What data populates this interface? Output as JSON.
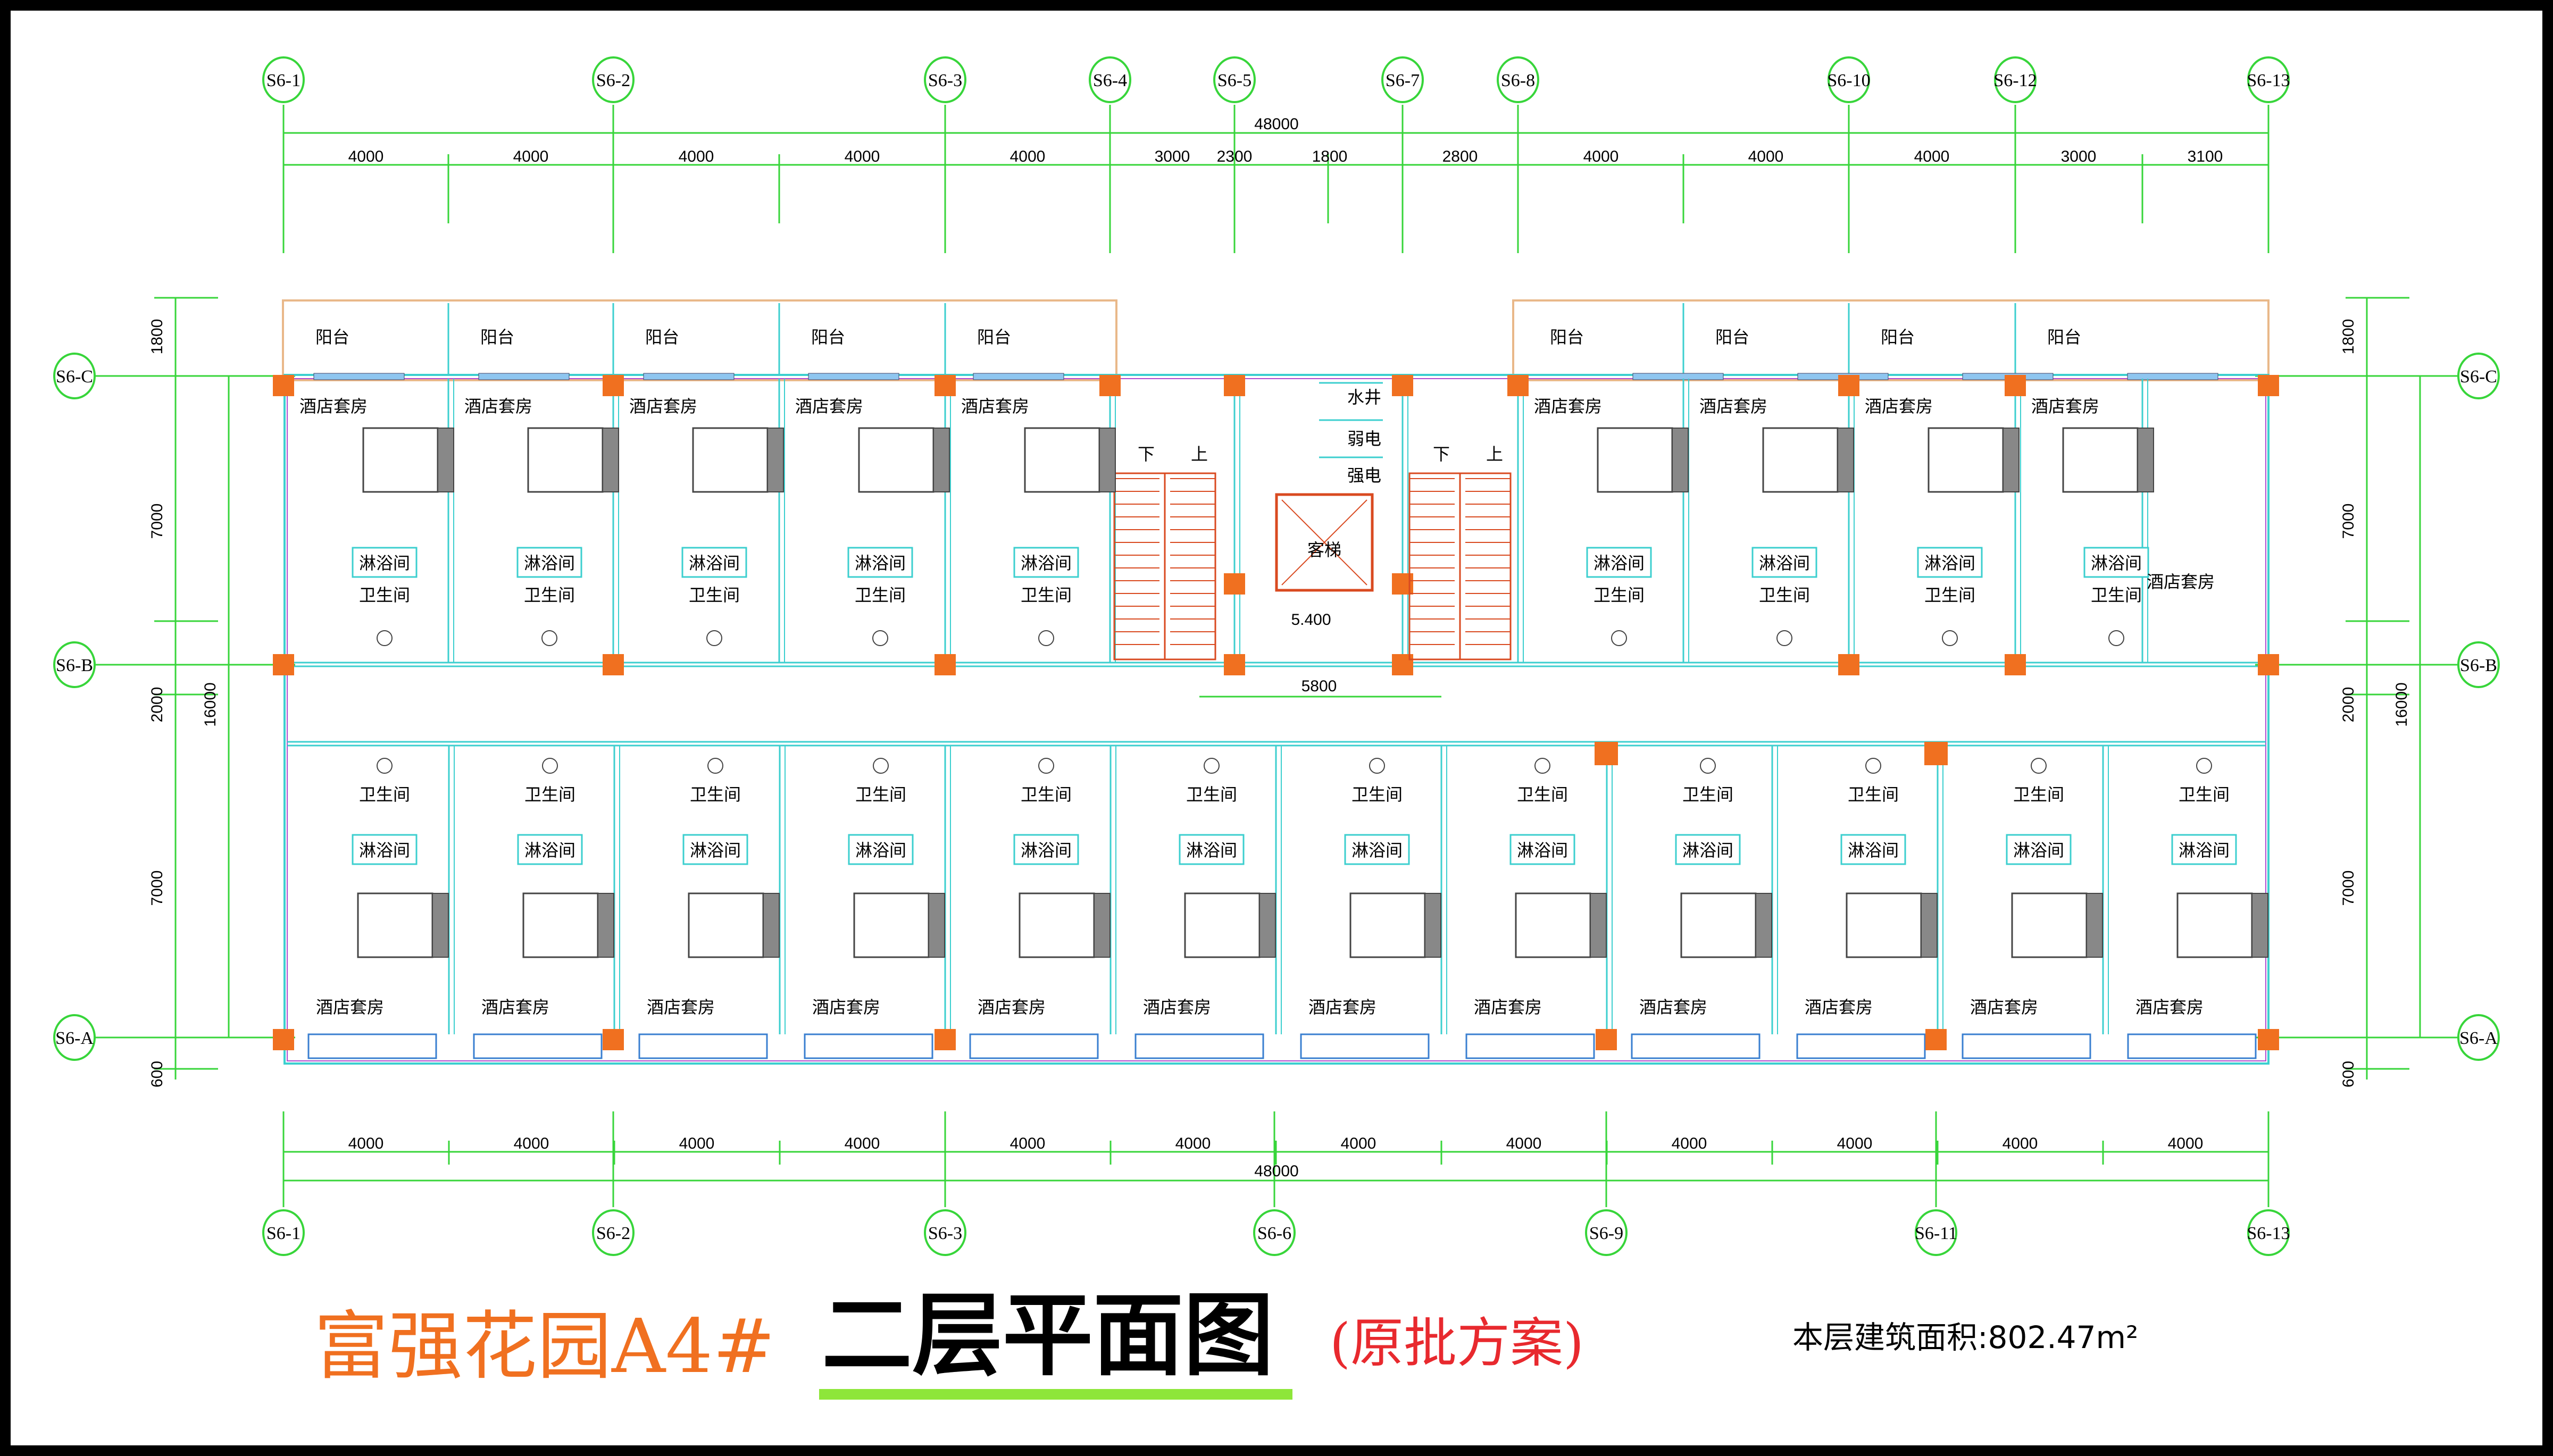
{
  "title": {
    "project": "富强花园A4#",
    "drawing": "二层平面图",
    "note": "(原批方案)",
    "area_label": "本层建筑面积:802.47m²"
  },
  "axes_top": [
    "S6-1",
    "S6-2",
    "S6-3",
    "S6-4",
    "S6-5",
    "S6-7",
    "S6-8",
    "S6-10",
    "S6-12",
    "S6-13"
  ],
  "axes_bottom": [
    "S6-1",
    "S6-2",
    "S6-3",
    "S6-6",
    "S6-9",
    "S6-11",
    "S6-13"
  ],
  "axes_side": [
    "S6-C",
    "S6-B",
    "S6-A"
  ],
  "dims_top": [
    "4000",
    "4000",
    "4000",
    "4000",
    "4000",
    "3000",
    "2300",
    "1800",
    "2800",
    "4000",
    "4000",
    "4000",
    "3000",
    "3100"
  ],
  "dim_total": "48000",
  "dims_bottom": [
    "4000",
    "4000",
    "4000",
    "4000",
    "4000",
    "4000",
    "4000",
    "4000",
    "4000",
    "4000",
    "4000",
    "4000"
  ],
  "dims_left": [
    "1800",
    "7000",
    "2000",
    "7000",
    "600"
  ],
  "dim_left_total": "16000",
  "dims_right": [
    "1800",
    "7000",
    "2000",
    "7000",
    "600"
  ],
  "dim_right_total": "16000",
  "dim_stair": "5800",
  "elevation": "5.400",
  "rooms": {
    "balcony": "阳台",
    "suite": "酒店套房",
    "shower": "淋浴间",
    "toilet": "卫生间",
    "water_shaft": "水井",
    "weak_elec": "弱电",
    "strong_elec": "强电",
    "elevator": "客梯",
    "down": "下",
    "up": "上"
  }
}
